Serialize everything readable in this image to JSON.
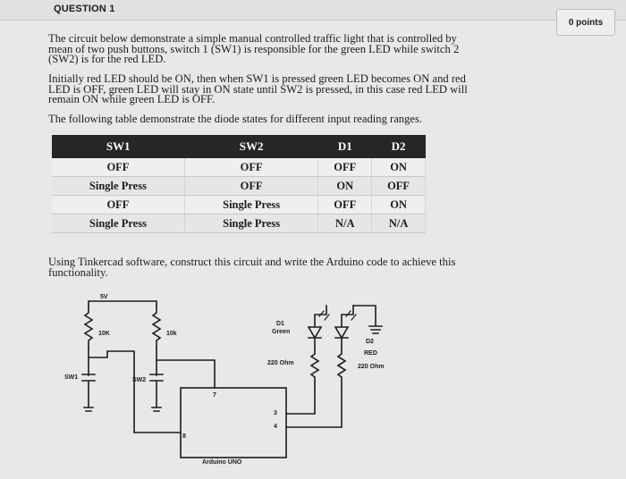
{
  "header": {
    "question_title": "QUESTION 1",
    "points": "0 points"
  },
  "body": {
    "para1_lines": [
      "The circuit below demonstrate a simple manual controlled traffic light that is controlled by",
      "mean of two push buttons, switch 1 (SW1) is responsible for the green LED while switch 2",
      "(SW2) is for the red LED."
    ],
    "para2_lines": [
      "Initially red LED should be ON, then when SW1 is pressed green LED becomes ON and red",
      "LED is OFF, green LED will stay in ON state until SW2 is pressed, in this case red LED will",
      "remain ON while green LED is OFF."
    ],
    "para3": "The following table demonstrate the diode states for different input reading ranges.",
    "para4_lines": [
      "Using Tinkercad software, construct this circuit and write the Arduino code to achieve this",
      "functionality."
    ]
  },
  "table": {
    "headers": [
      "SW1",
      "SW2",
      "D1",
      "D2"
    ],
    "rows": [
      [
        "OFF",
        "OFF",
        "OFF",
        "ON"
      ],
      [
        "Single Press",
        "OFF",
        "ON",
        "OFF"
      ],
      [
        "OFF",
        "Single Press",
        "OFF",
        "ON"
      ],
      [
        "Single Press",
        "Single Press",
        "N/A",
        "N/A"
      ]
    ]
  },
  "circuit": {
    "v5": "5V",
    "r1": "10K",
    "r2": "10k",
    "sw1": "SW1",
    "sw2": "SW2",
    "d1": "D1",
    "d1_color": "Green",
    "d2": "D2",
    "d2_color": "RED",
    "r3": "220 Ohm",
    "r4": "220 Ohm",
    "pin7": "7",
    "pin8": "8",
    "pin3": "3",
    "pin4": "4",
    "board": "Arduino UNO"
  }
}
